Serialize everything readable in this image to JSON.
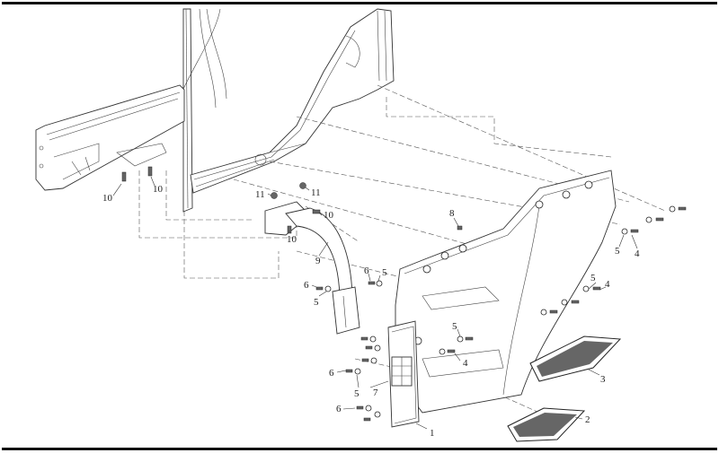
{
  "diagram": {
    "title": "Cab step assembly – exploded view",
    "callouts": [
      {
        "id": "c1",
        "number": "1",
        "part": "step bracket plate"
      },
      {
        "id": "c2",
        "number": "2",
        "part": "lower step tread"
      },
      {
        "id": "c3",
        "number": "3",
        "part": "upper step tread"
      },
      {
        "id": "c4a",
        "number": "4",
        "part": "bolt"
      },
      {
        "id": "c4b",
        "number": "4",
        "part": "bolt"
      },
      {
        "id": "c4c",
        "number": "4",
        "part": "bolt"
      },
      {
        "id": "c5a",
        "number": "5",
        "part": "washer"
      },
      {
        "id": "c5b",
        "number": "5",
        "part": "washer"
      },
      {
        "id": "c5c",
        "number": "5",
        "part": "washer"
      },
      {
        "id": "c5d",
        "number": "5",
        "part": "washer"
      },
      {
        "id": "c5e",
        "number": "5",
        "part": "washer"
      },
      {
        "id": "c5f",
        "number": "5",
        "part": "washer"
      },
      {
        "id": "c6a",
        "number": "6",
        "part": "bolt"
      },
      {
        "id": "c6b",
        "number": "6",
        "part": "bolt"
      },
      {
        "id": "c6c",
        "number": "6",
        "part": "bolt"
      },
      {
        "id": "c6d",
        "number": "6",
        "part": "bolt"
      },
      {
        "id": "c7",
        "number": "7",
        "part": "step grille"
      },
      {
        "id": "c8",
        "number": "8",
        "part": "clip"
      },
      {
        "id": "c9",
        "number": "9",
        "part": "support arm"
      },
      {
        "id": "c10a",
        "number": "10",
        "part": "bolt"
      },
      {
        "id": "c10b",
        "number": "10",
        "part": "bolt"
      },
      {
        "id": "c10c",
        "number": "10",
        "part": "bolt"
      },
      {
        "id": "c10d",
        "number": "10",
        "part": "bolt"
      },
      {
        "id": "c11a",
        "number": "11",
        "part": "nut"
      },
      {
        "id": "c11b",
        "number": "11",
        "part": "nut"
      }
    ]
  }
}
